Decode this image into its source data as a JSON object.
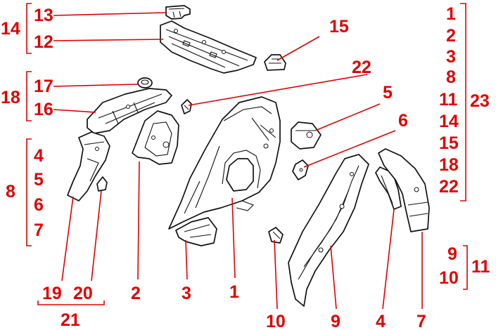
{
  "diagram": {
    "parts": [
      {
        "id": "1",
        "label": "1"
      },
      {
        "id": "2",
        "label": "2"
      },
      {
        "id": "3",
        "label": "3"
      },
      {
        "id": "4",
        "label": "4"
      },
      {
        "id": "5",
        "label": "5"
      },
      {
        "id": "6",
        "label": "6"
      },
      {
        "id": "7",
        "label": "7"
      },
      {
        "id": "9",
        "label": "9"
      },
      {
        "id": "10",
        "label": "10"
      },
      {
        "id": "12",
        "label": "12"
      },
      {
        "id": "13",
        "label": "13"
      },
      {
        "id": "15",
        "label": "15"
      },
      {
        "id": "16",
        "label": "16"
      },
      {
        "id": "17",
        "label": "17"
      },
      {
        "id": "19",
        "label": "19"
      },
      {
        "id": "20",
        "label": "20"
      },
      {
        "id": "22",
        "label": "22"
      }
    ],
    "groups": {
      "g14": {
        "label": "14",
        "members": [
          "13",
          "12"
        ]
      },
      "g18": {
        "label": "18",
        "members": [
          "17",
          "16"
        ]
      },
      "g8": {
        "label": "8",
        "members": [
          "4",
          "5",
          "6",
          "7"
        ]
      },
      "g23": {
        "label": "23",
        "members": [
          "1",
          "2",
          "3",
          "8",
          "11",
          "14",
          "15",
          "18",
          "22"
        ]
      },
      "g11": {
        "label": "11",
        "members": [
          "9",
          "10"
        ]
      },
      "g21": {
        "label": "21",
        "members": [
          "19",
          "20"
        ]
      }
    }
  }
}
